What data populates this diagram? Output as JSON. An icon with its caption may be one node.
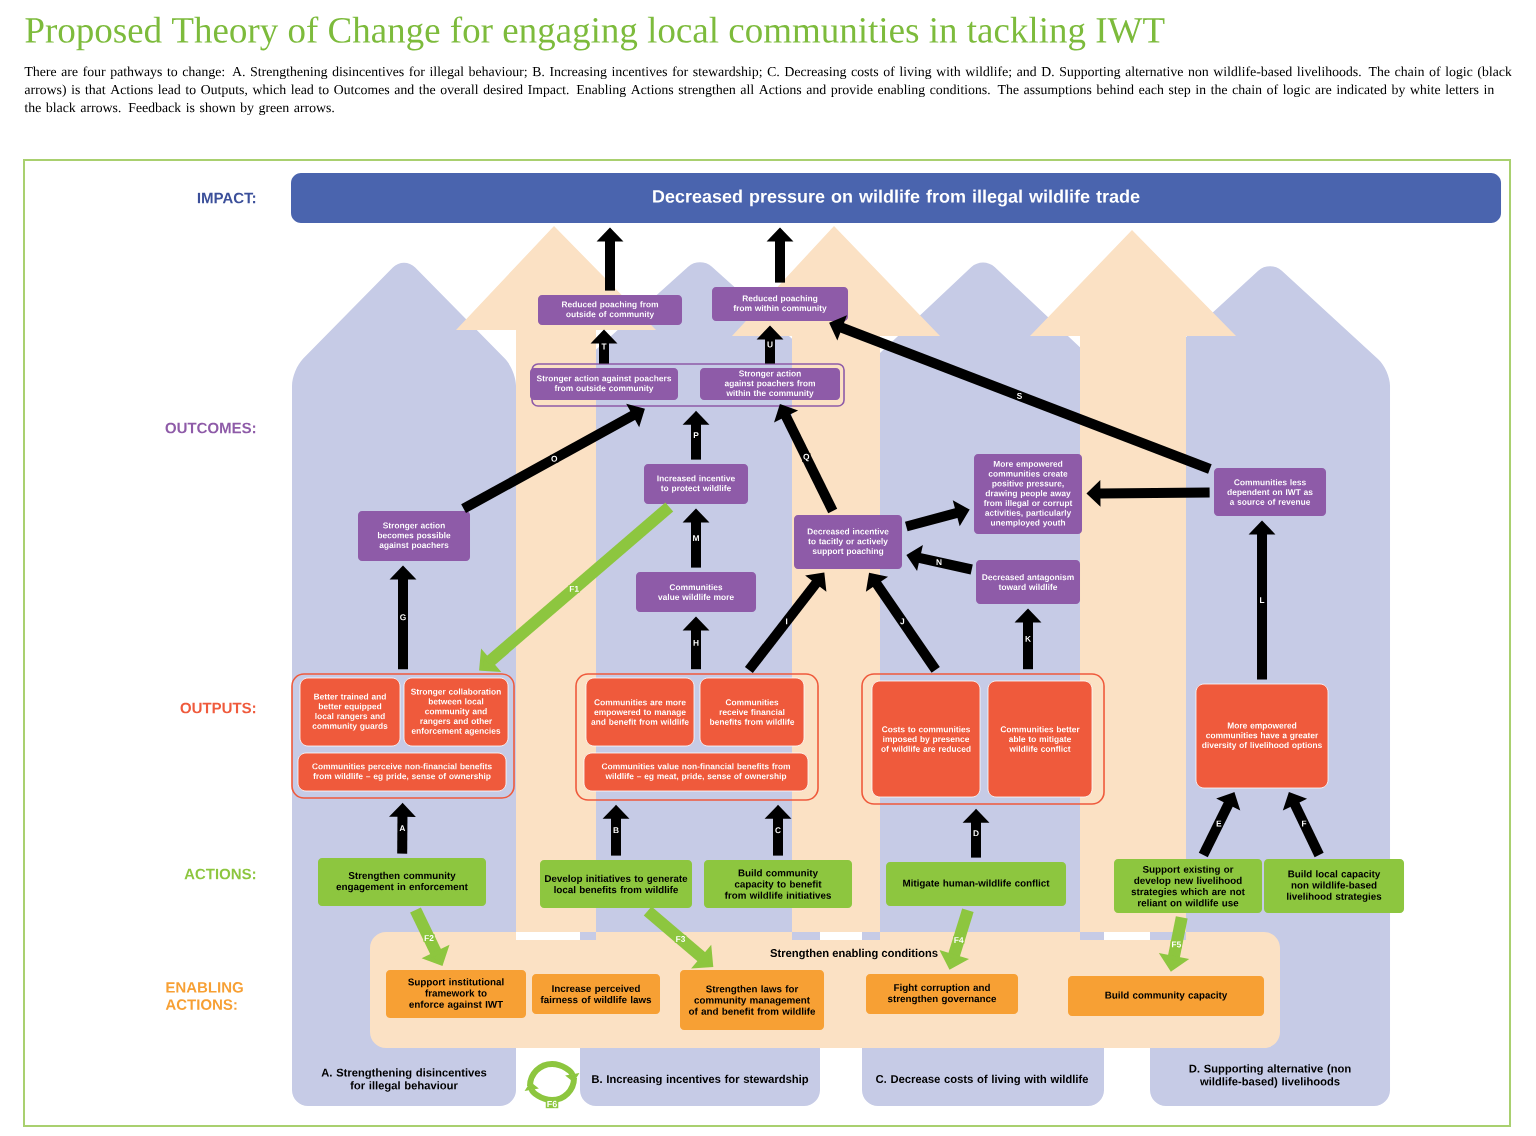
{
  "diagram": {
    "title": "Proposed Theory of Change for engaging local communities in tackling IWT",
    "caption": "There are four pathways to change: A. Strengthening disincentives for illegal behaviour; B. Increasing incentives for stewardship; C. Decreasing costs of living with wildlife; and D. Supporting alternative non wildlife-based livelihoods. The chain of logic (black arrows) is that Actions lead to Outputs, which lead to Outcomes and the overall desired Impact. Enabling Actions strengthen all Actions and provide enabling conditions. The assumptions behind each step in the chain of logic are indicated by white letters in the black arrows. Feedback is shown by green arrows.",
    "nodes": [
      {
        "text": [
          "Decreased pressure on wildlife from illegal wildlife trade"
        ]
      },
      {
        "text": [
          "Reduced poaching from outside of community"
        ]
      },
      {
        "text": [
          "Reduced poaching from within community"
        ]
      },
      {
        "text": [],
        "shape": "box"
      },
      {
        "text": [
          "Stronger action against poachers from outside community"
        ],
        "in": 3
      },
      {
        "text": [
          "Stronger action against poachers from within the community"
        ],
        "in": 3
      },
      {
        "text": [
          "Increased incentive to protect wildlife"
        ]
      },
      {
        "text": [
          "Communities value wildlife more"
        ]
      },
      {
        "text": [
          "Decreased incentive to tacitly or actively support poaching"
        ]
      },
      {
        "text": [
          "More empowered communities create positive pressure, drawing people away from illegal or corrupt activities, particularly unemployed youth"
        ]
      },
      {
        "text": [
          "Decreased antagonism toward wildlife"
        ]
      },
      {
        "text": [
          "Communities less dependent on IWT as a source of revenue"
        ]
      },
      {
        "text": [
          "Stronger action becomes possible against poachers"
        ]
      },
      {
        "text": [],
        "shape": "box"
      },
      {
        "text": [
          "Better trained and better equipped local rangers and community guards"
        ],
        "in": 13
      },
      {
        "text": [
          "Stronger collaboration between local community and rangers and other enforcement agencies"
        ],
        "in": 13
      },
      {
        "text": [
          "Communities perceive non-financial benefits from wildlife – eg pride, sense of ownership"
        ],
        "in": 13
      },
      {
        "text": [],
        "shape": "box"
      },
      {
        "text": [
          "Communities are more empowered to manage and benefit from wildlife"
        ],
        "in": 17
      },
      {
        "text": [
          "Communities receive financial benefits from wildlife"
        ],
        "in": 17
      },
      {
        "text": [
          "Communities value non-financial benefits from wildlife – eg meat, pride, sense of ownership"
        ],
        "in": 17
      },
      {
        "text": [],
        "shape": "box"
      },
      {
        "text": [
          "Costs to communities imposed by presence of wildlife are reduced"
        ],
        "in": 21
      },
      {
        "text": [
          "Communities better able to mitigate wildlife conflict"
        ],
        "in": 21
      },
      {
        "text": [
          "More empowered communities have a greater diversity of livelihood options"
        ]
      },
      {
        "text": [
          "Strengthen community engagement in enforcement"
        ]
      },
      {
        "text": [
          "Develop initiatives to generate local benefits from wildlife"
        ]
      },
      {
        "text": [
          "Build community capacity to benefit from wildlife initiatives"
        ]
      },
      {
        "text": [
          "Mitigate human-wildlife conflict"
        ]
      },
      {
        "text": [
          "Support existing or develop new livelihood strategies which are not reliant on wildlife use"
        ]
      },
      {
        "text": [
          "Build local capacity non wildlife-based livelihood strategies"
        ]
      },
      {
        "text": [
          "Support institutional framework to enforce against IWT"
        ]
      },
      {
        "text": [
          "Increase perceived fairness of wildlife laws"
        ]
      },
      {
        "text": [
          "Strengthen laws for community management of and benefit from wildlife"
        ]
      },
      {
        "text": [
          "Fight corruption and strengthen governance"
        ]
      },
      {
        "text": [
          "Build community capacity"
        ]
      }
    ],
    "edges": [
      {
        "from": 25,
        "to": 13,
        "arrow": "to",
        "label": "A"
      },
      {
        "from": 26,
        "to": 17,
        "arrow": "to",
        "label": "B"
      },
      {
        "from": 27,
        "to": 17,
        "arrow": "to",
        "label": "C"
      },
      {
        "from": 28,
        "to": 21,
        "arrow": "to",
        "label": "D"
      },
      {
        "from": 29,
        "to": 24,
        "arrow": "to",
        "label": "E"
      },
      {
        "from": 30,
        "to": 24,
        "arrow": "to",
        "label": "F"
      },
      {
        "from": 13,
        "to": 12,
        "arrow": "to",
        "label": "G"
      },
      {
        "from": 17,
        "to": 7,
        "arrow": "to",
        "label": "H"
      },
      {
        "from": 17,
        "to": 8,
        "arrow": "to",
        "label": "I"
      },
      {
        "from": 21,
        "to": 8,
        "arrow": "to",
        "label": "J"
      },
      {
        "from": 21,
        "to": 10,
        "arrow": "to",
        "label": "K"
      },
      {
        "from": 24,
        "to": 11,
        "arrow": "to",
        "label": "L"
      },
      {
        "from": 7,
        "to": 6,
        "arrow": "to",
        "label": "M"
      },
      {
        "from": 10,
        "to": 8,
        "arrow": "to",
        "label": "N"
      },
      {
        "from": 12,
        "to": 3,
        "arrow": "to",
        "label": "O"
      },
      {
        "from": 6,
        "to": 3,
        "arrow": "to",
        "label": "P"
      },
      {
        "from": 8,
        "to": 5,
        "arrow": "to",
        "label": "Q"
      },
      {
        "from": 8,
        "to": 9,
        "arrow": "to"
      },
      {
        "from": 11,
        "to": 9,
        "arrow": "to"
      },
      {
        "from": 11,
        "to": 2,
        "arrow": "to",
        "label": "S"
      },
      {
        "from": 4,
        "to": 1,
        "arrow": "to",
        "label": "T"
      },
      {
        "from": 5,
        "to": 2,
        "arrow": "to",
        "label": "U"
      },
      {
        "from": 1,
        "to": 0,
        "arrow": "to"
      },
      {
        "from": 2,
        "to": 0,
        "arrow": "to"
      },
      {
        "from": 6,
        "to": 13,
        "arrow": "to",
        "label": "F1",
        "color": "#8dc63f"
      },
      {
        "from": 25,
        "to": 31,
        "arrow": "to",
        "label": "F2",
        "color": "#8dc63f"
      },
      {
        "from": 26,
        "to": 33,
        "arrow": "to",
        "label": "F3",
        "color": "#8dc63f"
      },
      {
        "from": 28,
        "to": 34,
        "arrow": "to",
        "label": "F4",
        "color": "#8dc63f"
      },
      {
        "from": 29,
        "to": 35,
        "arrow": "to",
        "label": "F5",
        "color": "#8dc63f"
      }
    ],
    "labels": [
      "IMPACT:",
      "OUTCOMES:",
      "OUTPUTS:",
      "ACTIONS:",
      "Strengthen enabling conditions",
      "ENABLING ACTIONS:",
      "A. Strengthening disincentives for illegal behaviour",
      "F6",
      "B. Increasing incentives for stewardship",
      "C. Decrease costs of living with wildlife",
      "D. Supporting alternative (non wildlife-based) livelihoods"
    ]
  }
}
